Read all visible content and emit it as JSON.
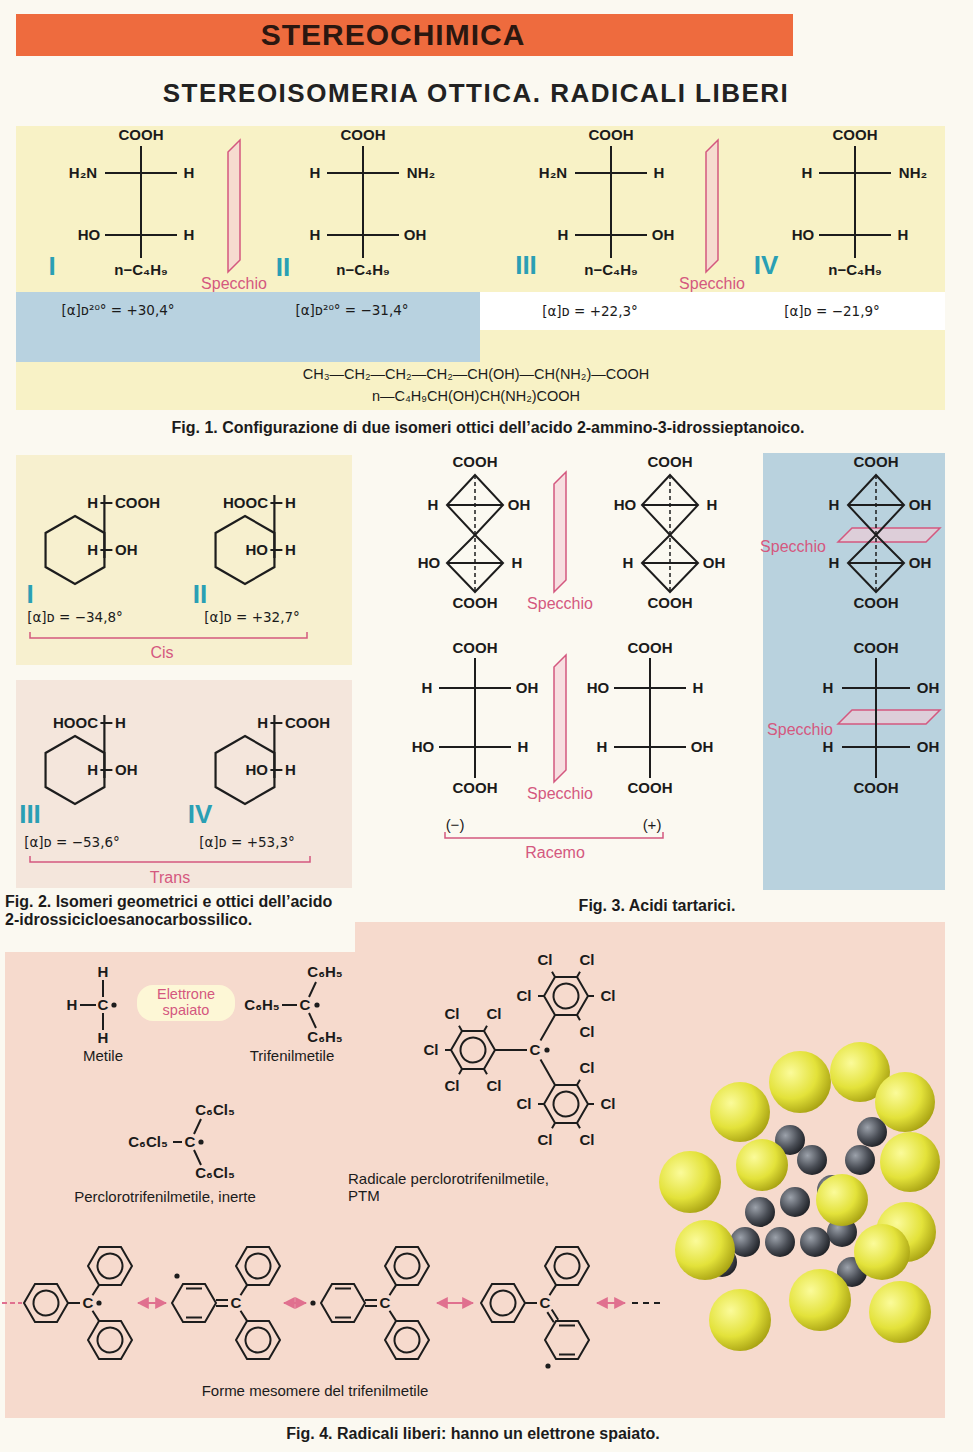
{
  "diagram": {
    "title": "STEREOCHIMICA",
    "nodes": [
      {
        "text": [
          "[α]ᴅ²⁰° = +30,4°",
          "[α]ᴅ²⁰° = −31,4°"
        ]
      },
      {
        "text": [
          "Elettrone spaiato"
        ]
      }
    ],
    "labels": [
      "STEREOISOMERIA OTTICA. RADICALI LIBERI",
      "COOH",
      "H₂N",
      "H",
      "HO",
      "H",
      "n−C₄H₉",
      "I",
      "Specchio",
      "II",
      "COOH",
      "H",
      "NH₂",
      "H",
      "OH",
      "n−C₄H₉",
      "COOH",
      "H₂N",
      "H",
      "H",
      "OH",
      "n−C₄H₉",
      "III",
      "Specchio",
      "IV",
      "COOH",
      "H",
      "NH₂",
      "HO",
      "H",
      "n−C₄H₉",
      "[α]ᴅ = +22,3°",
      "[α]ᴅ = −21,9°",
      "CH₃—CH₂—CH₂—CH₂—CH(OH)—CH(NH₂)—COOH",
      "n—C₄H₉CH(OH)CH(NH₂)COOH",
      "Fig. 1. Configurazione di due isomeri ottici dell’acido 2-ammino-3-idrossieptanoico.",
      "H",
      "COOH",
      "H",
      "OH",
      "I",
      "[α]ᴅ = −34,8°",
      "HOOC",
      "H",
      "HO",
      "H",
      "II",
      "[α]ᴅ = +32,7°",
      "Cis",
      "HOOC",
      "H",
      "H",
      "OH",
      "III",
      "[α]ᴅ = −53,6°",
      "H",
      "COOH",
      "HO",
      "H",
      "IV",
      "[α]ᴅ = +53,3°",
      "Trans",
      "Fig. 2. Isomeri geometrici e ottici dell’acido 2-idrossicicloesanocarbossilico.",
      "COOH",
      "H",
      "OH",
      "HO",
      "H",
      "COOH",
      "Specchio",
      "COOH",
      "HO",
      "H",
      "H",
      "OH",
      "COOH",
      "COOH",
      "H",
      "OH",
      "Specchio",
      "H",
      "OH",
      "COOH",
      "COOH",
      "H",
      "OH",
      "HO",
      "H",
      "COOH",
      "Specchio",
      "COOH",
      "HO",
      "H",
      "H",
      "OH",
      "COOH",
      "COOH",
      "H",
      "OH",
      "Specchio",
      "H",
      "OH",
      "COOH",
      "(−)",
      "(+)",
      "Racemo",
      "Fig. 3. Acidi tartarici.",
      "H",
      "H",
      "C",
      "H",
      "Metile",
      "C₆H₅",
      "C₆H₅",
      "C",
      "C₆H₅",
      "Trifenilmetile",
      "C₆Cl₅",
      "C₆Cl₅",
      "C",
      "C₆Cl₅",
      "Perclorotrifenilmetile, inerte",
      "Cl",
      "Cl",
      "Cl",
      "Cl",
      "Cl",
      "Cl",
      "Cl",
      "Cl",
      "Cl",
      "Cl",
      "Cl",
      "Cl",
      "Cl",
      "Cl",
      "Cl",
      "C",
      "Radicale perclorotrifenilmetile, PTM",
      "C",
      "C",
      "C",
      "C",
      "Forme mesomere del trifenilmetile",
      "Fig. 4. Radicali liberi: hanno un elettrone spaiato."
    ]
  }
}
